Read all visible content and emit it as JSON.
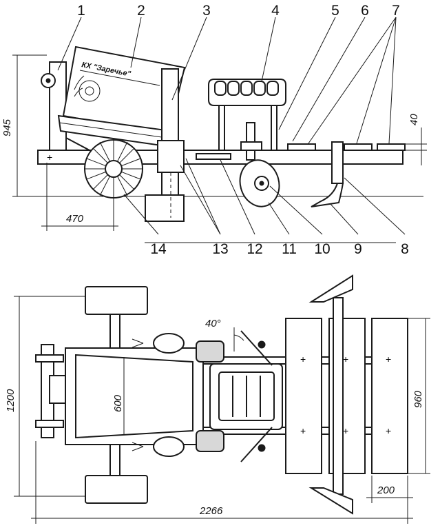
{
  "side_view": {
    "callouts": [
      "1",
      "2",
      "3",
      "4",
      "5",
      "6",
      "7"
    ],
    "bottom_callouts": [
      "14",
      "13",
      "12",
      "11",
      "10",
      "9",
      "8"
    ],
    "hopper_text": "КХ \"Заречье\"",
    "dims": {
      "height": "945",
      "wheel_offset": "470",
      "bar_thickness": "40"
    }
  },
  "top_view": {
    "dims": {
      "width": "1200",
      "hopper_width": "600",
      "angle": "40°",
      "rear_width": "960",
      "roller_width": "200",
      "length": "2266"
    }
  }
}
